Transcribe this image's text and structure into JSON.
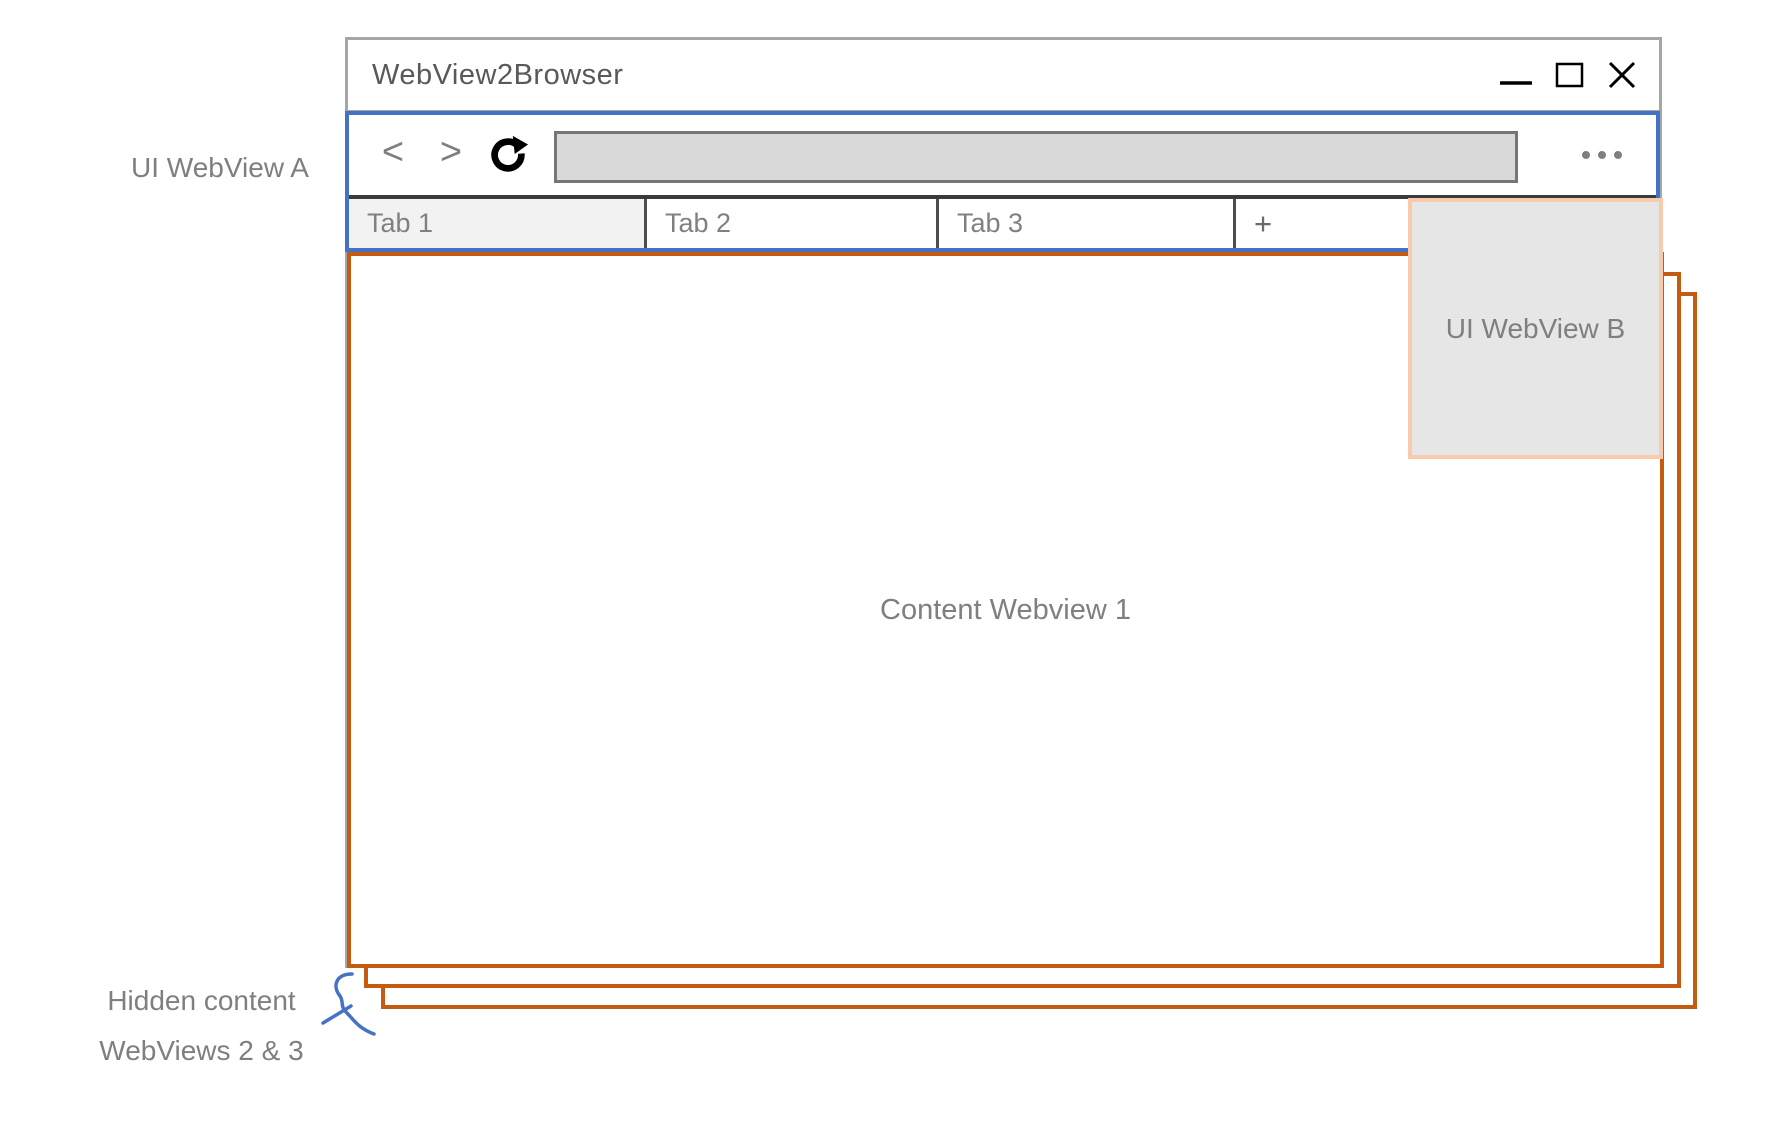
{
  "window": {
    "title": "WebView2Browser",
    "controls": {
      "minimize_icon": "minimize",
      "maximize_icon": "maximize",
      "close_icon": "close"
    }
  },
  "toolbar": {
    "back_glyph": "<",
    "forward_glyph": ">",
    "reload_icon": "refresh",
    "menu_icon": "ellipsis",
    "address_bar_value": ""
  },
  "tabs": [
    {
      "label": "Tab 1",
      "active": true
    },
    {
      "label": "Tab 2",
      "active": false
    },
    {
      "label": "Tab 3",
      "active": false
    },
    {
      "label": "+",
      "active": false
    }
  ],
  "content": {
    "webview1_label": "Content Webview 1"
  },
  "annotations": {
    "ui_webview_a": "UI WebView A",
    "ui_webview_b": "UI WebView B",
    "hidden_content_line1": "Hidden content",
    "hidden_content_line2": "WebViews 2 & 3"
  },
  "colors": {
    "ui_webview_accent_blue": "#4472C4",
    "content_webview_accent_orange": "#C55A11",
    "ui_webview_b_border_peach": "#F8CBAD",
    "ui_webview_b_fill_gray": "#E7E6E6",
    "address_bar_fill_gray": "#D9D9D9",
    "window_border_gray": "#A6A6A6",
    "label_text_gray": "#7F7F7F"
  }
}
